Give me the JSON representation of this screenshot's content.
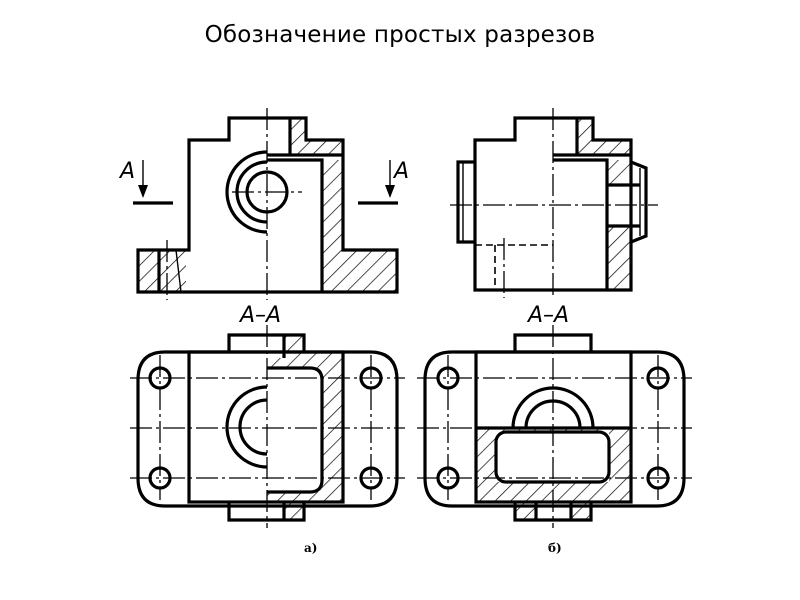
{
  "title": "Обозначение простых разрезов",
  "drawing": {
    "section_letter_left": "А",
    "section_letter_right": "А",
    "section_label_a": "А–А",
    "section_label_b": "А–А",
    "caption_a": "а)",
    "caption_b": "б)"
  }
}
